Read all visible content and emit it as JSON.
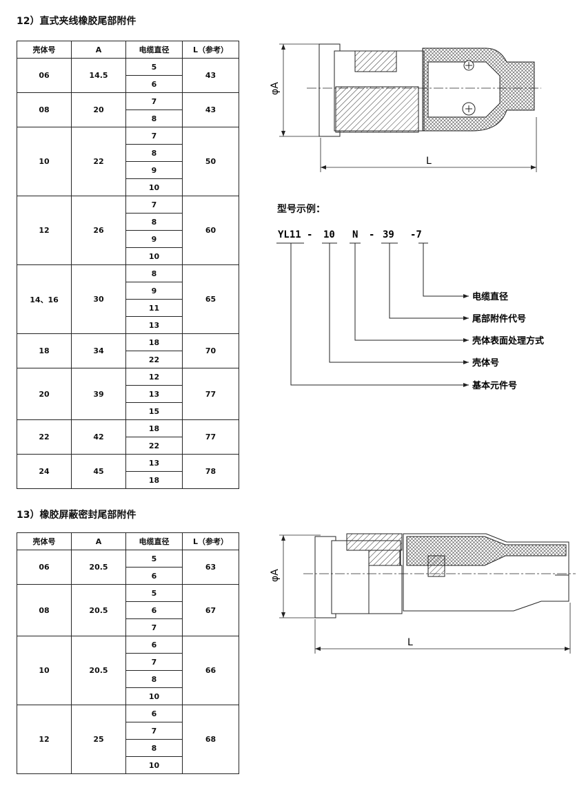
{
  "section12": {
    "title": "12）直式夹线橡胶尾部附件",
    "headers": [
      "壳体号",
      "A",
      "电缆直径",
      "L（参考）"
    ],
    "rows": [
      {
        "shell": "06",
        "a": "14.5",
        "cable": [
          "5",
          "6"
        ],
        "l": "43"
      },
      {
        "shell": "08",
        "a": "20",
        "cable": [
          "7",
          "8"
        ],
        "l": "43"
      },
      {
        "shell": "10",
        "a": "22",
        "cable": [
          "7",
          "8",
          "9",
          "10"
        ],
        "l": "50"
      },
      {
        "shell": "12",
        "a": "26",
        "cable": [
          "7",
          "8",
          "9",
          "10"
        ],
        "l": "60"
      },
      {
        "shell": "14、16",
        "a": "30",
        "cable": [
          "8",
          "9",
          "11",
          "13"
        ],
        "l": "65"
      },
      {
        "shell": "18",
        "a": "34",
        "cable": [
          "18",
          "22"
        ],
        "l": "70"
      },
      {
        "shell": "20",
        "a": "39",
        "cable": [
          "12",
          "13",
          "15"
        ],
        "l": "77"
      },
      {
        "shell": "22",
        "a": "42",
        "cable": [
          "18",
          "22"
        ],
        "l": "77"
      },
      {
        "shell": "24",
        "a": "45",
        "cable": [
          "13",
          "18"
        ],
        "l": "78"
      }
    ],
    "drawing": {
      "dia_label": "φA",
      "length_label": "L"
    }
  },
  "model_example": {
    "title": "型号示例：",
    "code": [
      "YL11",
      "-",
      "10",
      "N",
      "-",
      "39",
      "-7"
    ],
    "legend": [
      "电缆直径",
      "尾部附件代号",
      "壳体表面处理方式",
      "壳体号",
      "基本元件号"
    ]
  },
  "section13": {
    "title": "13）橡胶屏蔽密封尾部附件",
    "headers": [
      "壳体号",
      "A",
      "电缆直径",
      "L（参考）"
    ],
    "rows": [
      {
        "shell": "06",
        "a": "20.5",
        "cable": [
          "5",
          "6"
        ],
        "l": "63"
      },
      {
        "shell": "08",
        "a": "20.5",
        "cable": [
          "5",
          "6",
          "7"
        ],
        "l": "67"
      },
      {
        "shell": "10",
        "a": "20.5",
        "cable": [
          "6",
          "7",
          "8",
          "10"
        ],
        "l": "66"
      },
      {
        "shell": "12",
        "a": "25",
        "cable": [
          "6",
          "7",
          "8",
          "10"
        ],
        "l": "68"
      }
    ],
    "drawing": {
      "dia_label": "φA",
      "length_label": "L"
    }
  }
}
